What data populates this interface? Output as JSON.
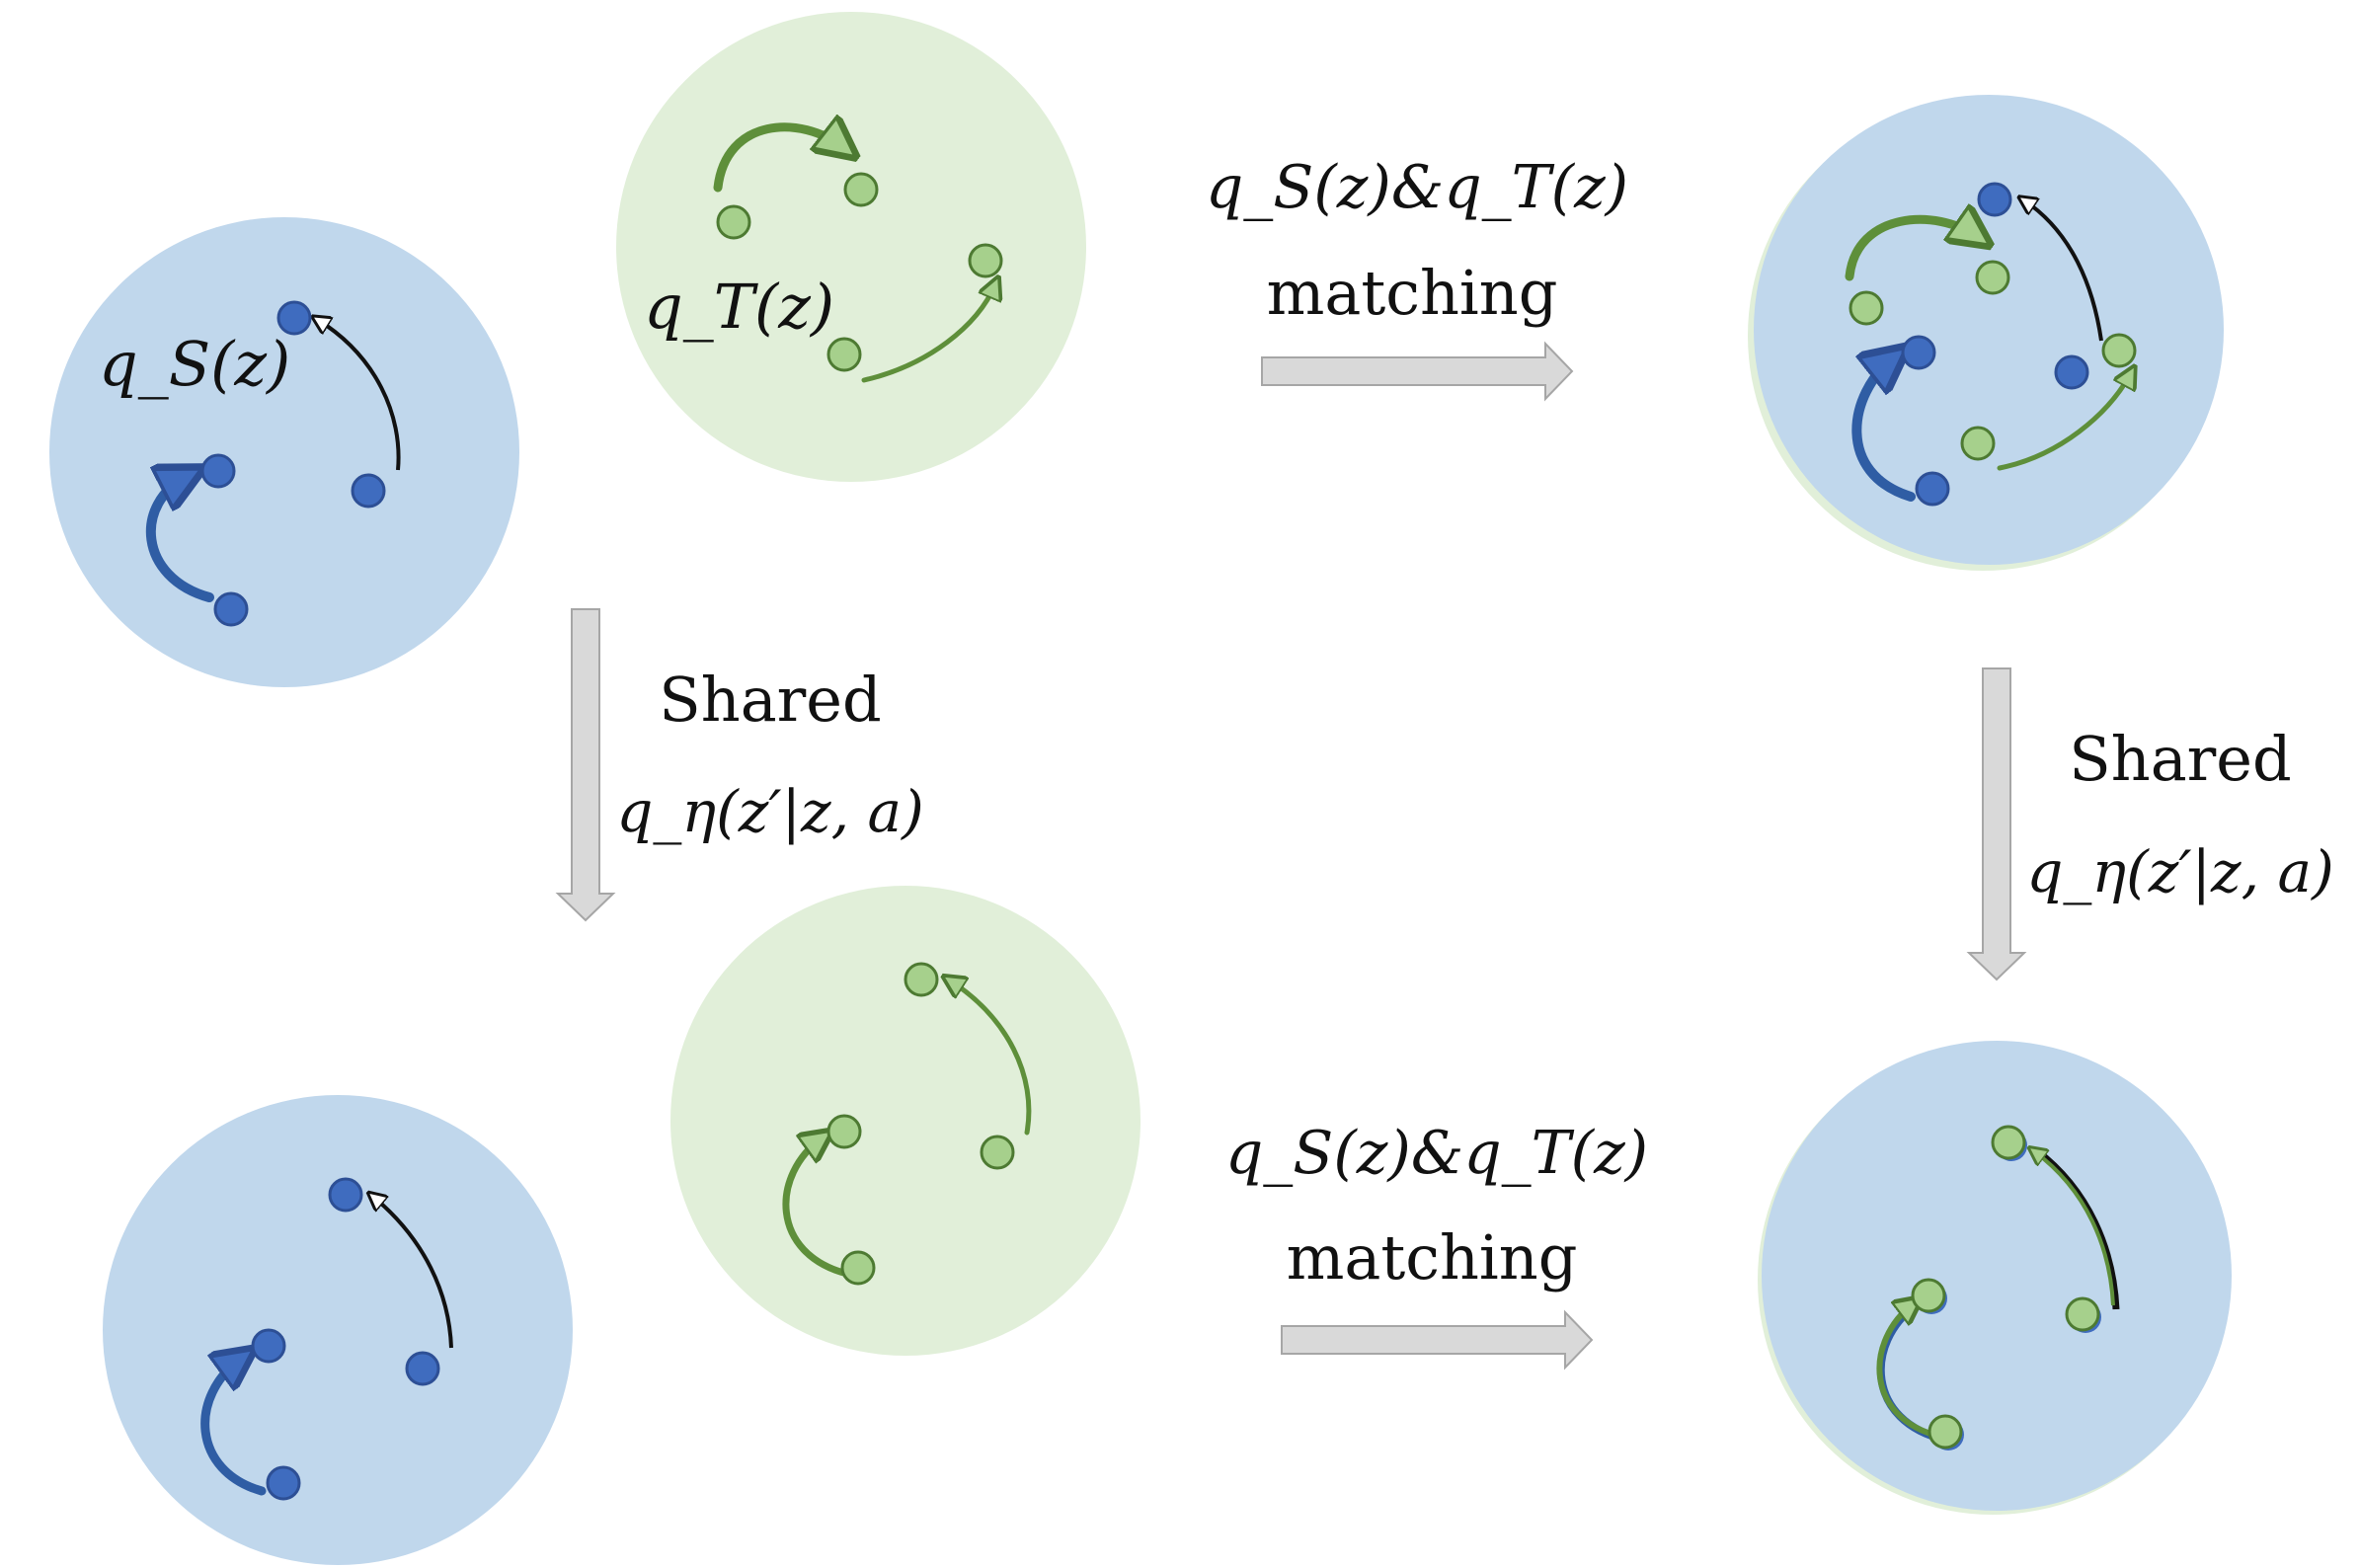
{
  "colors": {
    "source_fill": "#c0d7ec",
    "target_fill": "#e1efd9",
    "source_dot": "#3f6cbf",
    "source_dot_stroke": "#2d4f95",
    "target_dot": "#a6d08c",
    "target_dot_stroke": "#4d7a32",
    "source_arrow": "#2f5da4",
    "target_arrow": "#5e8f3a",
    "dark_arrow": "#111111",
    "block_arrow_fill": "#d9d9d9",
    "block_arrow_stroke": "#a6a6a6"
  },
  "labels": {
    "source_dist": "q_S(z)",
    "target_dist": "q_T(z)",
    "match_top_line1": "q_S(z)&q_T(z)",
    "match_top_line2": "matching",
    "match_bottom_line1": "q_S(z)&q_T(z)",
    "match_bottom_line2": "matching",
    "shared_left_line1": "Shared",
    "shared_left_line2": "q_η(z′|z, a)",
    "shared_right_line1": "Shared",
    "shared_right_line2": "q_η(z′|z, a)"
  }
}
